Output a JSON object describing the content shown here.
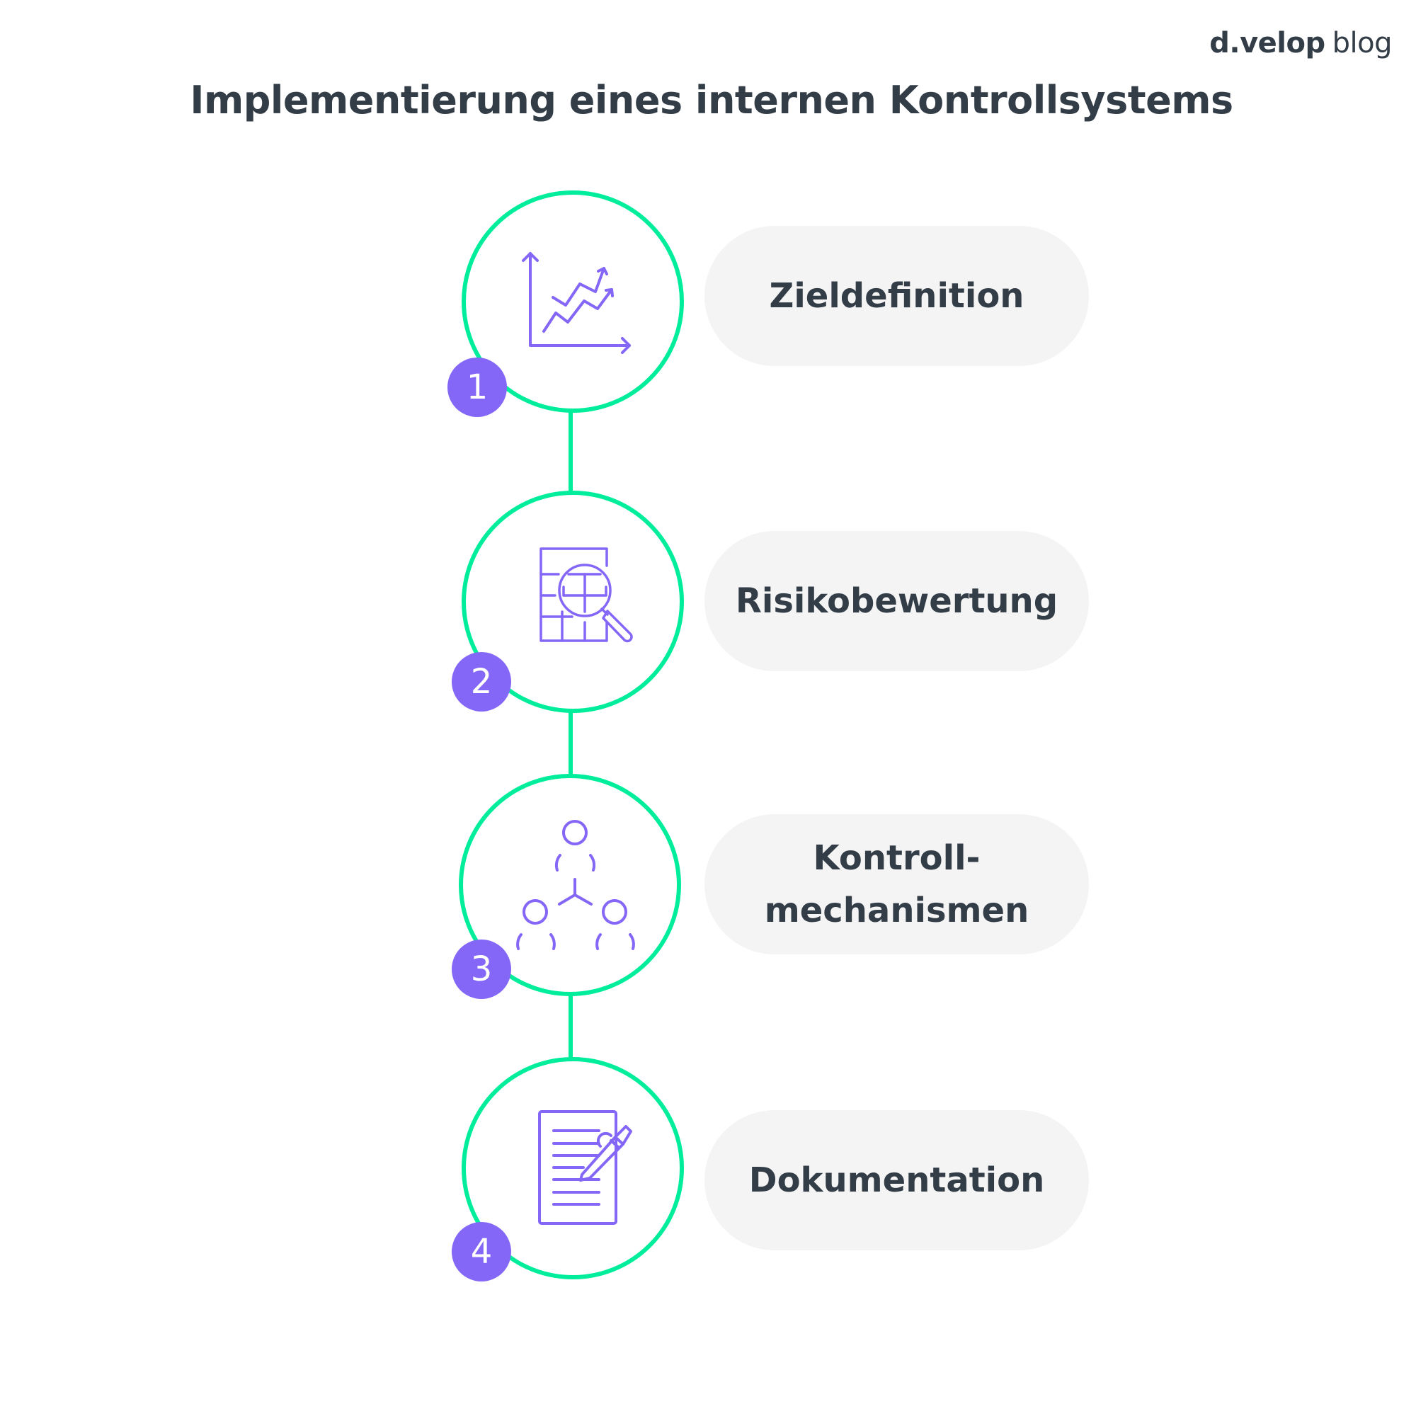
{
  "logo": {
    "brand": "d.velop",
    "sub": "blog"
  },
  "title": "Implementierung eines internen Kontrollsystems",
  "colors": {
    "ring": "#00ee9c",
    "accent": "#8467f7",
    "text": "#333d47",
    "pill_bg": "#f4f4f4"
  },
  "steps": [
    {
      "number": "1",
      "label": "Zieldefinition",
      "icon": "growth-chart-icon"
    },
    {
      "number": "2",
      "label": "Risikobewertung",
      "icon": "spreadsheet-magnifier-icon"
    },
    {
      "number": "3",
      "label_line1": "Kontroll-",
      "label_line2": "mechanismen",
      "icon": "team-hierarchy-icon"
    },
    {
      "number": "4",
      "label": "Dokumentation",
      "icon": "document-pen-icon"
    }
  ]
}
